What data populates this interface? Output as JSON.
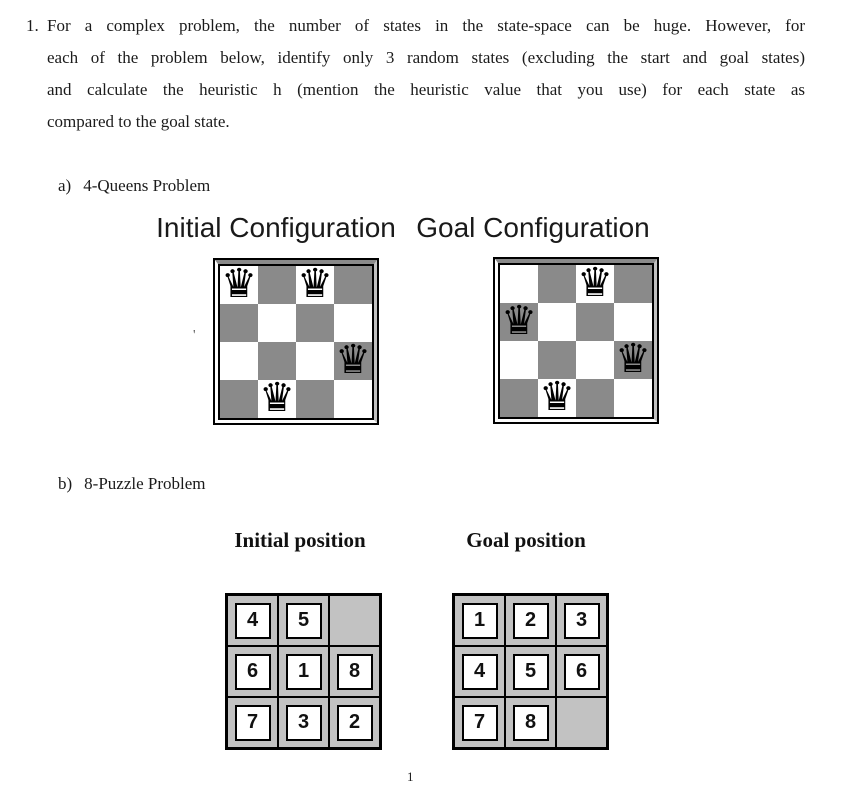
{
  "page": {
    "number": "1"
  },
  "question": {
    "number": "1.",
    "lines": [
      "For a complex problem, the number of states in the state-space can be huge. However, for",
      "each of the problem below, identify only 3 random states (excluding the start and goal states)",
      "and calculate the heuristic h (mention the heuristic value that you use) for each state as",
      "compared to the goal state."
    ]
  },
  "part_a": {
    "label": "a)",
    "title": "4-Queens Problem",
    "queen_icon": "♛",
    "board_size": 4,
    "boards": {
      "initial": {
        "heading": "Initial Configuration",
        "queens": [
          [
            0,
            0
          ],
          [
            0,
            2
          ],
          [
            2,
            3
          ],
          [
            3,
            1
          ]
        ]
      },
      "goal": {
        "heading": "Goal Configuration",
        "queens": [
          [
            0,
            2
          ],
          [
            1,
            0
          ],
          [
            2,
            3
          ],
          [
            3,
            1
          ]
        ]
      }
    }
  },
  "part_b": {
    "label": "b)",
    "title": "8-Puzzle Problem",
    "puzzles": {
      "initial": {
        "heading": "Initial position",
        "grid": [
          [
            "4",
            "5",
            ""
          ],
          [
            "6",
            "1",
            "8"
          ],
          [
            "7",
            "3",
            "2"
          ]
        ]
      },
      "goal": {
        "heading": "Goal position",
        "grid": [
          [
            "1",
            "2",
            "3"
          ],
          [
            "4",
            "5",
            "6"
          ],
          [
            "7",
            "8",
            ""
          ]
        ]
      }
    }
  },
  "stray_mark": "'",
  "colors": {
    "text": "#1b1b1b",
    "board_dark_square": "#8a8a8a",
    "board_light_square": "#ffffff",
    "puzzle_background": "#c2c2c2",
    "tile_background": "#ffffff",
    "border": "#000000"
  }
}
